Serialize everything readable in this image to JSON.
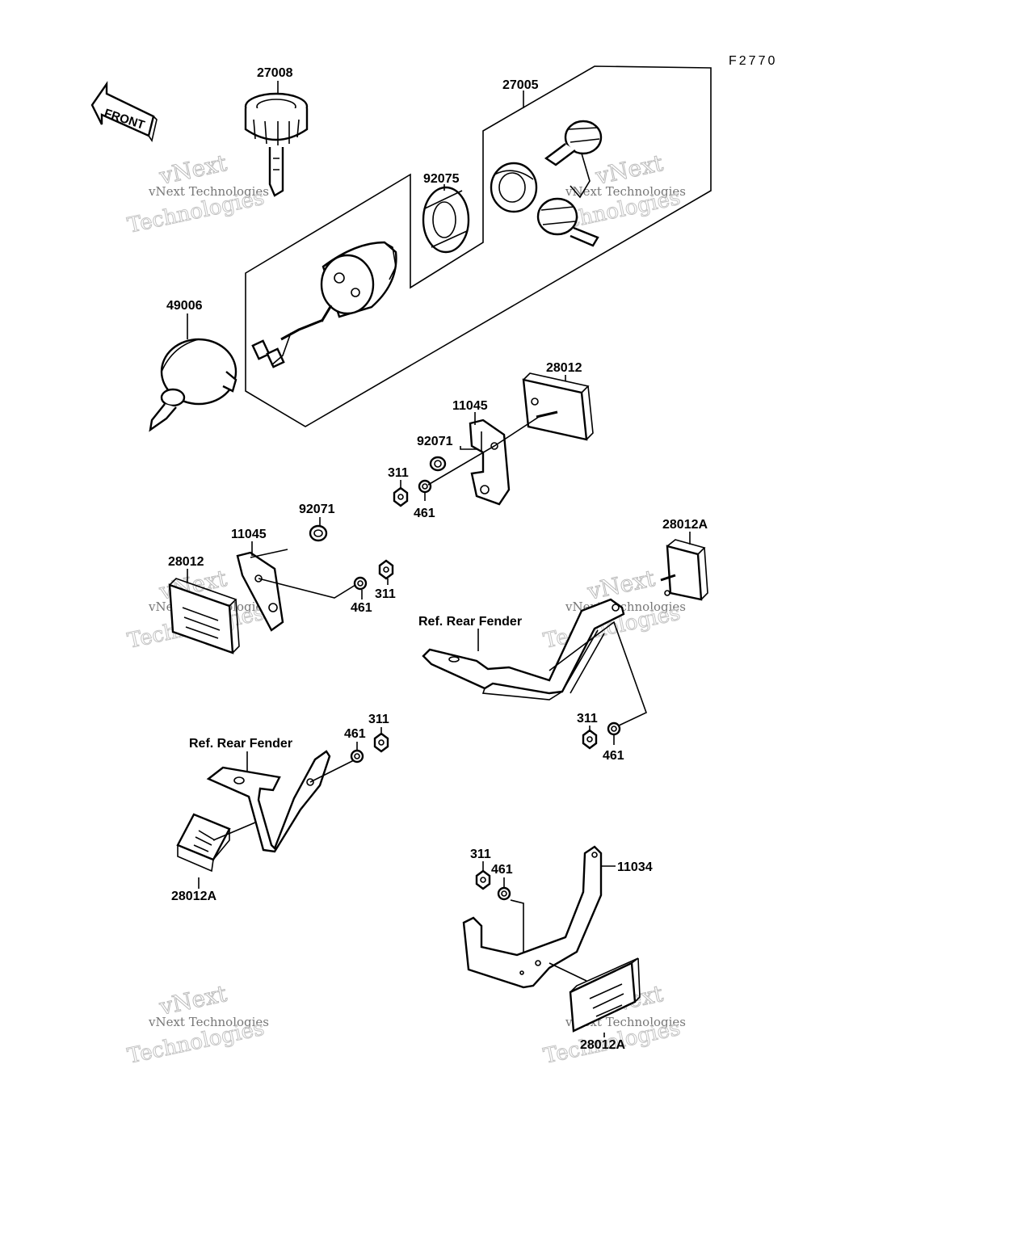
{
  "diagram": {
    "code": "F2770",
    "front_arrow_text": "FRONT",
    "watermark": {
      "line1": "vNext Technologies",
      "line2": "vNext",
      "line3": "Technologies"
    },
    "labels": {
      "p27008": "27008",
      "p27005": "27005",
      "p92075": "92075",
      "p49006": "49006",
      "p28012_top": "28012",
      "p11045_top": "11045",
      "p92071_top": "92071",
      "p311_top": "311",
      "p461_top": "461",
      "p92071_mid": "92071",
      "p11045_mid": "11045",
      "p28012_mid": "28012",
      "p461_mid": "461",
      "p311_mid": "311",
      "p28012A_right": "28012A",
      "ref_rear_fender_right": "Ref. Rear Fender",
      "p311_right": "311",
      "p461_right": "461",
      "ref_rear_fender_left": "Ref. Rear Fender",
      "p461_left": "461",
      "p311_left": "311",
      "p28012A_left": "28012A",
      "p311_bottom": "311",
      "p461_bottom": "461",
      "p11034": "11034",
      "p28012A_bottom": "28012A"
    }
  }
}
